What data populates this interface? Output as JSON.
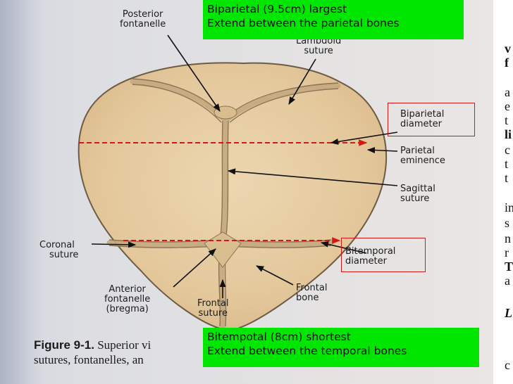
{
  "labels": {
    "posterior_fontanelle_1": "Posterior",
    "posterior_fontanelle_2": "fontanelle",
    "lambdoid_suture_1": "Lambdoid",
    "lambdoid_suture_2": "suture",
    "biparietal_diameter_1": "Biparietal",
    "biparietal_diameter_2": "diameter",
    "parietal_eminence_1": "Parietal",
    "parietal_eminence_2": "eminence",
    "sagittal_suture_1": "Sagittal",
    "sagittal_suture_2": "suture",
    "coronal_suture_1": "Coronal",
    "coronal_suture_2": "suture",
    "bitemporal_diameter_1": "Bitemporal",
    "bitemporal_diameter_2": "diameter",
    "anterior_fontanelle_1": "Anterior",
    "anterior_fontanelle_2": "fontanelle",
    "anterior_fontanelle_3": "(bregma)",
    "frontal_suture_1": "Frontal",
    "frontal_suture_2": "suture",
    "frontal_bone_1": "Frontal",
    "frontal_bone_2": "bone"
  },
  "caption": {
    "figure_number": "Figure 9-1.",
    "line1": "Superior vi",
    "line2": "sutures, fontanelles, an"
  },
  "notes": {
    "top": {
      "line1": "Biparietal (9.5cm) largest",
      "line2": "Extend between the parietal bones"
    },
    "bottom": {
      "line1": "Bitempotal (8cm) shortest",
      "line2": "Extend between the temporal bones"
    }
  },
  "right_column_letters": [
    "v",
    "f",
    "a",
    "e",
    "t",
    "li",
    "c",
    "t",
    "t",
    "in",
    "s",
    "n",
    "r",
    "T",
    "a",
    "L",
    "c"
  ],
  "colors": {
    "note_background": "#00e600",
    "diameter_line": "#d41818",
    "skull_fill": "#e4c89c"
  }
}
